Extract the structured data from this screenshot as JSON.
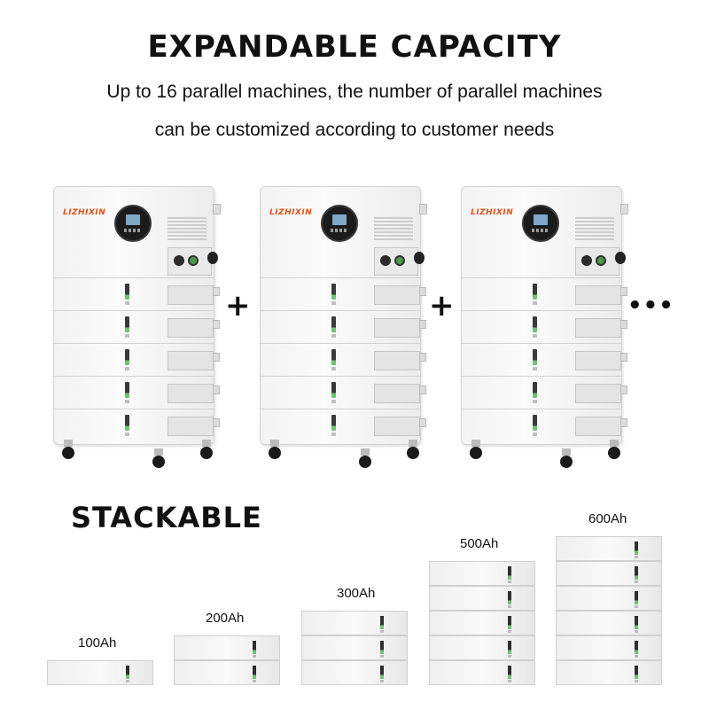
{
  "header": {
    "title": "EXPANDABLE CAPACITY",
    "subtitle_line1": "Up to 16 parallel machines, the number of parallel machines",
    "subtitle_line2": "can be customized according to customer needs"
  },
  "cabinets": {
    "brand": "LIZHIXIN",
    "count": 3,
    "plus_symbol": "+",
    "more_symbol": "•••"
  },
  "stackable": {
    "title": "STACKABLE",
    "configs": [
      {
        "label": "100Ah",
        "modules": 1
      },
      {
        "label": "200Ah",
        "modules": 2
      },
      {
        "label": "300Ah",
        "modules": 3
      },
      {
        "label": "500Ah",
        "modules": 5
      },
      {
        "label": "600Ah",
        "modules": 6
      }
    ]
  },
  "colors": {
    "brand": "#e0521a",
    "indicator_green": "#6fc36f",
    "text": "#111111"
  }
}
